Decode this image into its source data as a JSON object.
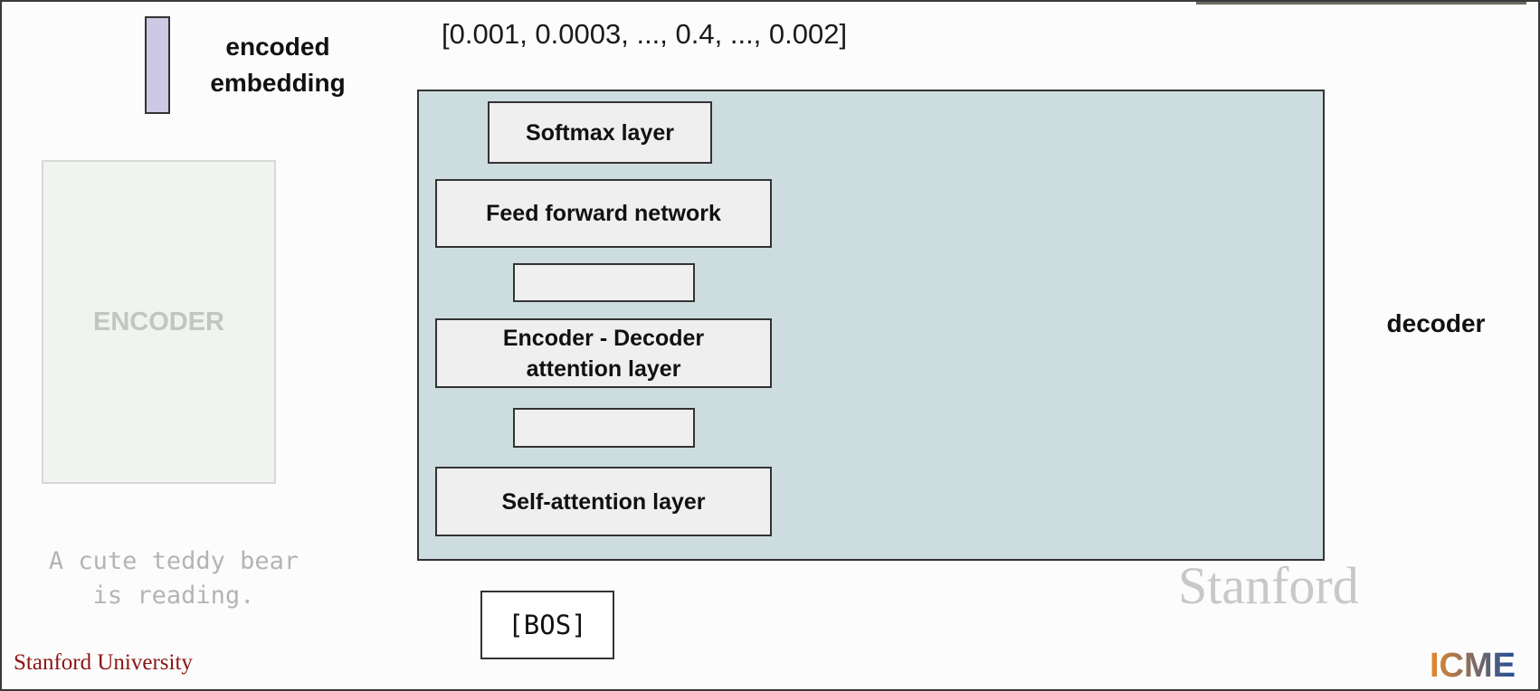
{
  "embedding": {
    "label_line1": "encoded",
    "label_line2": "embedding",
    "vector": "[0.001, 0.0003, ..., 0.4, ..., 0.002]",
    "color": "#cdc8e4"
  },
  "encoder": {
    "label": "ENCODER",
    "input_line1": "A cute teddy bear",
    "input_line2": "is reading."
  },
  "decoder": {
    "label": "decoder",
    "panel_color": "#cddcdf",
    "layers": {
      "softmax": "Softmax layer",
      "ffn": "Feed forward network",
      "encdec_line1": "Encoder - Decoder",
      "encdec_line2": "attention layer",
      "self_attention": "Self-attention layer"
    },
    "start_token": "[BOS]"
  },
  "branding": {
    "stanford": "Stanford",
    "university": "Stanford University",
    "icme": "ICME",
    "icme_colors": [
      "#e6892a",
      "#1f4e9c"
    ]
  }
}
